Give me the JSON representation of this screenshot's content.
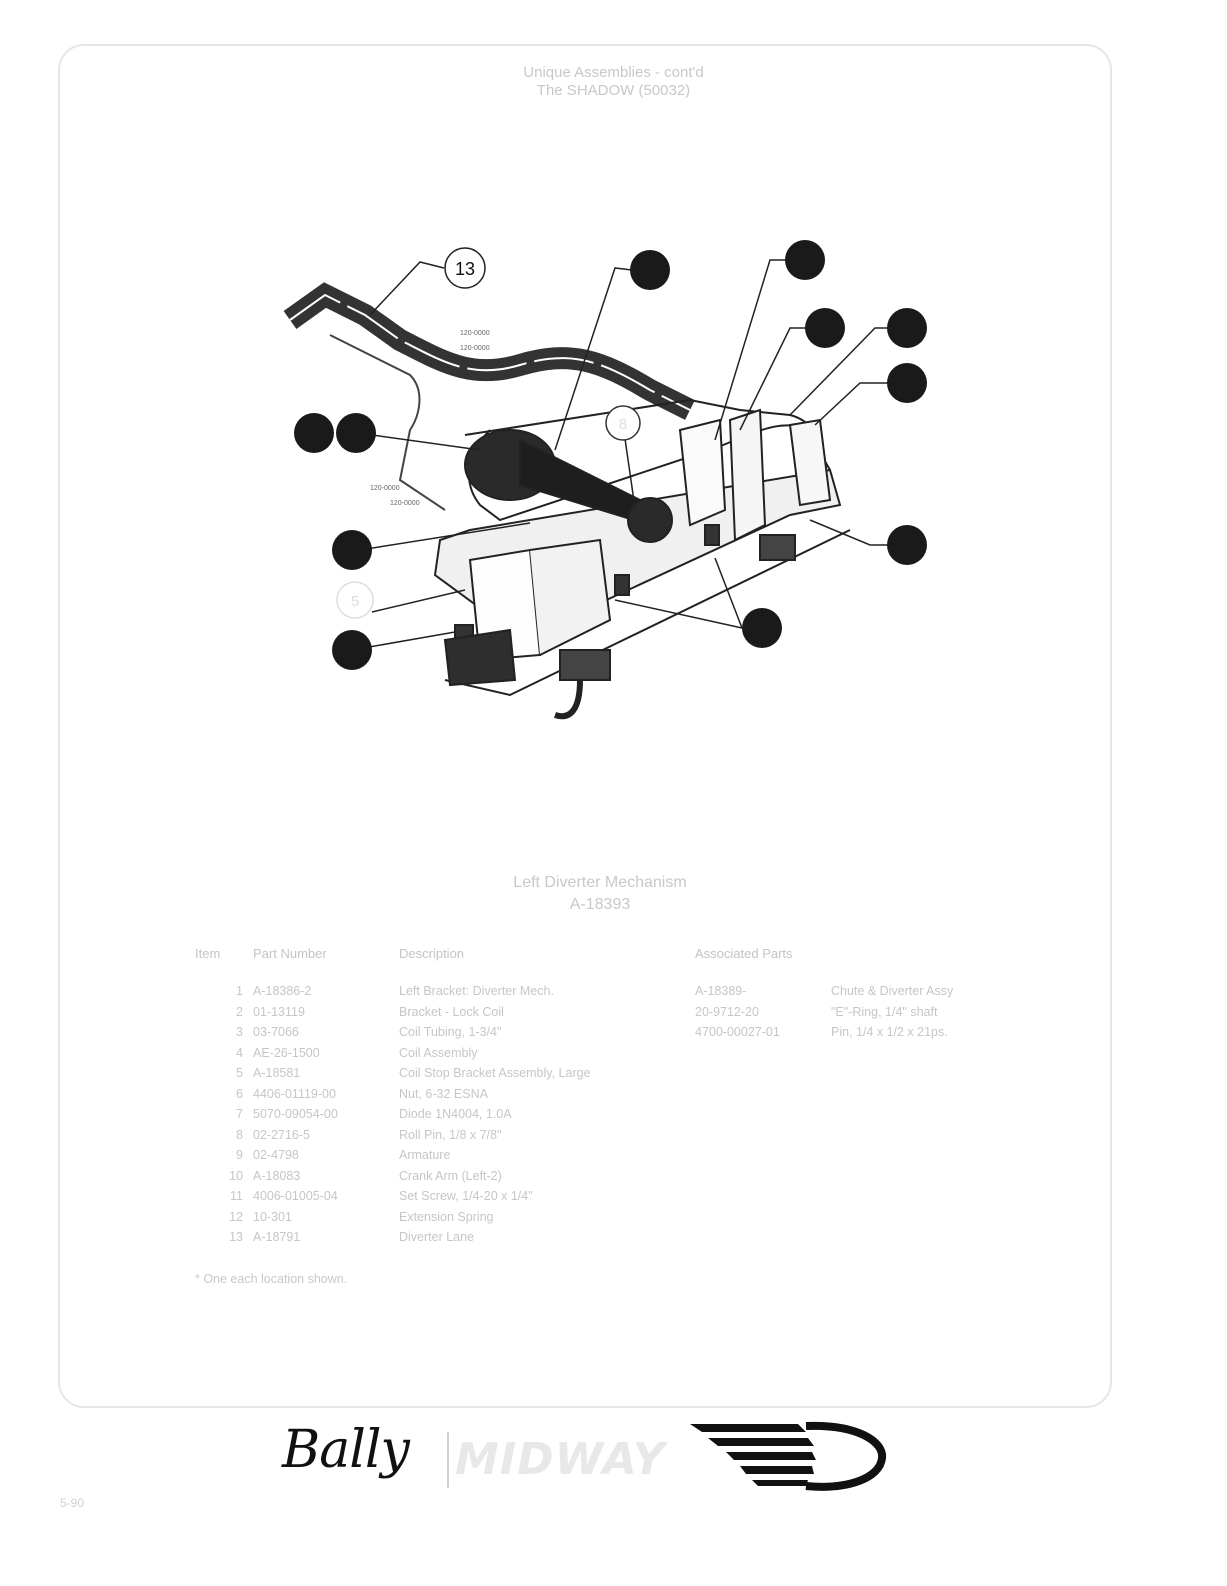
{
  "header": {
    "line1": "Unique Assemblies - cont'd",
    "line2": "The SHADOW (50032)"
  },
  "diagram": {
    "callouts": [
      "13",
      "8",
      "5"
    ],
    "text_labels": [
      "120-0000",
      "120-0000",
      "120-0000",
      "120-0000"
    ]
  },
  "assembly": {
    "name": "Left Diverter Mechanism",
    "number": "A-18393"
  },
  "table": {
    "headers": [
      "Item",
      "Part Number",
      "Description",
      "Associated Parts"
    ],
    "rows": [
      {
        "item": "1",
        "part": "A-18386-2",
        "desc": "Left Bracket: Diverter Mech."
      },
      {
        "item": "2",
        "part": "01-13119",
        "desc": "Bracket - Lock Coil"
      },
      {
        "item": "3",
        "part": "03-7066",
        "desc": "Coil Tubing, 1-3/4\""
      },
      {
        "item": "4",
        "part": "AE-26-1500",
        "desc": "Coil Assembly"
      },
      {
        "item": "5",
        "part": "A-18581",
        "desc": "Coil Stop Bracket Assembly, Large"
      },
      {
        "item": "6",
        "part": "4406-01119-00",
        "desc": "Nut, 6-32 ESNA"
      },
      {
        "item": "7",
        "part": "5070-09054-00",
        "desc": "Diode 1N4004, 1.0A"
      },
      {
        "item": "8",
        "part": "02-2716-5",
        "desc": "Roll Pin, 1/8 x 7/8\""
      },
      {
        "item": "9",
        "part": "02-4798",
        "desc": "Armature"
      },
      {
        "item": "10",
        "part": "A-18083",
        "desc": "Crank Arm (Left-2)"
      },
      {
        "item": "11",
        "part": "4006-01005-04",
        "desc": "Set Screw, 1/4-20 x 1/4\""
      },
      {
        "item": "12",
        "part": "10-301",
        "desc": "Extension Spring"
      },
      {
        "item": "13",
        "part": "A-18791",
        "desc": "Diverter Lane"
      }
    ],
    "associated": [
      {
        "part": "A-18389-",
        "desc": "Chute & Diverter Assy"
      },
      {
        "part": "20-9712-20",
        "desc": "\"E\"-Ring, 1/4\" shaft"
      },
      {
        "part": "4700-00027-01",
        "desc": "Pin, 1/4 x 1/2 x 21ps."
      }
    ]
  },
  "footnote": "* One each location shown.",
  "logos": {
    "bally": "Bally",
    "midway": "MIDWAY"
  },
  "page_number": "5-90"
}
